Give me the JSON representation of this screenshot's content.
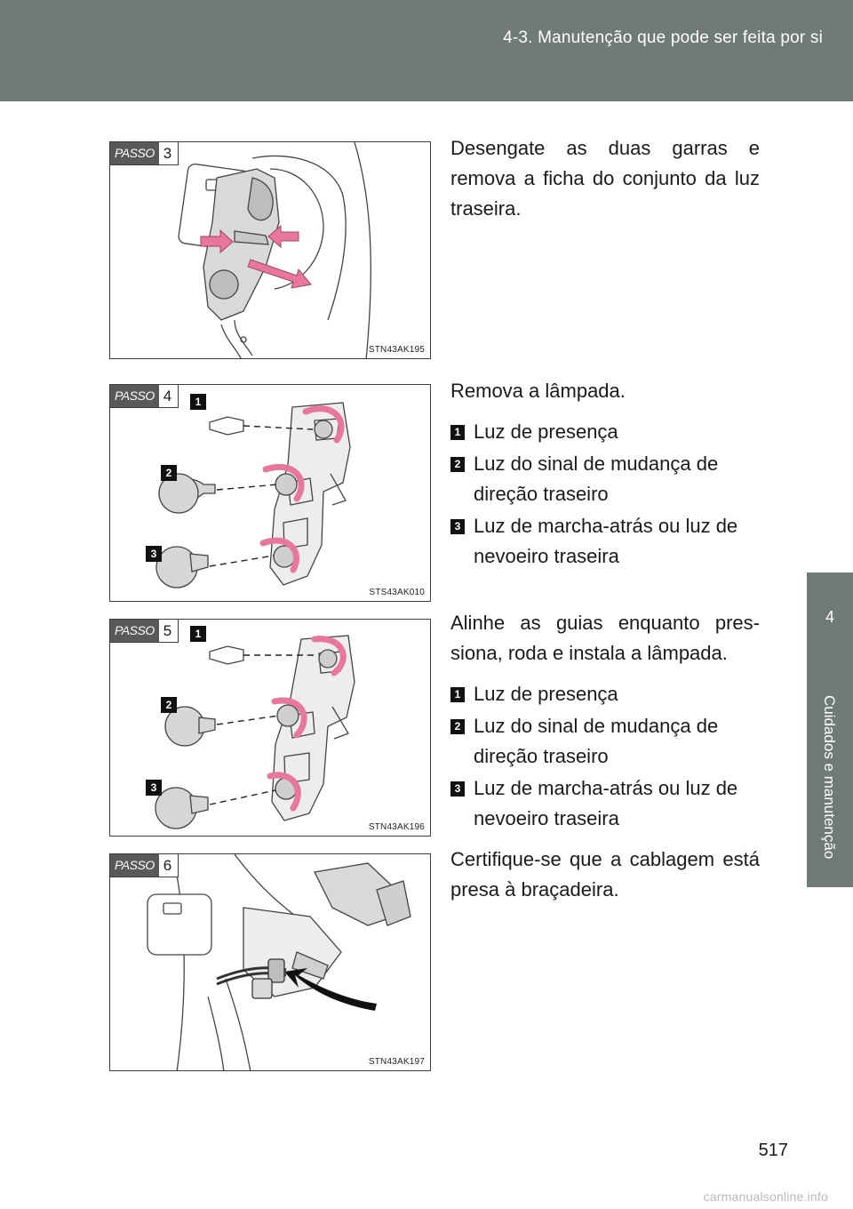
{
  "header": {
    "title": "4-3. Manutenção que pode ser feita por si"
  },
  "side_tab": {
    "number": "4",
    "label": "Cuidados e manutenção"
  },
  "page_number": "517",
  "watermark": "carmanualsonline.info",
  "passo_word": "PASSO",
  "colors": {
    "header": "#6f7a79",
    "arrow": "#e7789c",
    "badge": "#111111"
  },
  "steps": [
    {
      "number": "3",
      "figure_code": "STN43AK195",
      "text": "Desengate as duas garras e remova a ficha do conjunto da luz traseira.",
      "items": []
    },
    {
      "number": "4",
      "figure_code": "STS43AK010",
      "text": "Remova a lâmpada.",
      "callouts": [
        "1",
        "2",
        "3"
      ],
      "items": [
        {
          "badge": "1",
          "label": "Luz de presença"
        },
        {
          "badge": "2",
          "label": "Luz do sinal de mudança de direção traseiro"
        },
        {
          "badge": "3",
          "label": "Luz de marcha-atrás ou luz de nevoeiro traseira"
        }
      ]
    },
    {
      "number": "5",
      "figure_code": "STN43AK196",
      "text": "Alinhe as guias enquanto pres-siona, roda e instala a lâmpada.",
      "callouts": [
        "1",
        "2",
        "3"
      ],
      "items": [
        {
          "badge": "1",
          "label": "Luz de presença"
        },
        {
          "badge": "2",
          "label": "Luz do sinal de mudança de direção traseiro"
        },
        {
          "badge": "3",
          "label": "Luz de marcha-atrás ou luz de nevoeiro traseira"
        }
      ]
    },
    {
      "number": "6",
      "figure_code": "STN43AK197",
      "text": "Certifique-se que a cablagem está presa à braçadeira.",
      "items": []
    }
  ]
}
